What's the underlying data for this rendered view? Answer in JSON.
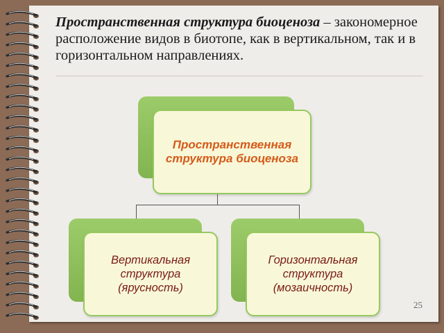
{
  "title": {
    "emphasis": "Пространственная структура биоценоза",
    "rest": " – закономерное расположение видов в биотопе, как в вертикальном, так и в горизонтальном направлениях."
  },
  "diagram": {
    "root": "Пространственная структура биоценоза",
    "children": [
      "Вертикальная структура (ярусность)",
      "Горизонтальная структура (мозаичность)"
    ]
  },
  "page_number": "25",
  "colors": {
    "background": "#8b6b56",
    "paper": "#efedea",
    "box_green": "#8fc05a",
    "box_fill": "#f8f8d8",
    "root_text": "#d65a1a",
    "child_text": "#7a1a14"
  }
}
